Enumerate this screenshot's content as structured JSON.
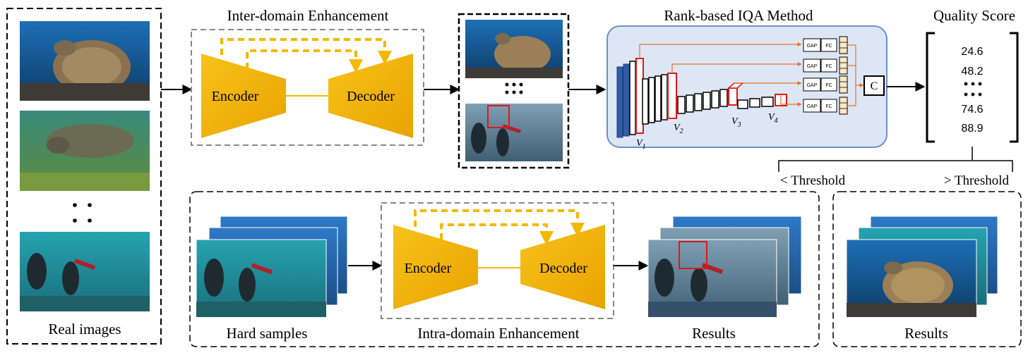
{
  "real_images_label": "Real images",
  "inter_title": "Inter-domain Enhancement",
  "intra_title": "Intra-domain Enhancement",
  "encoder_label": "Encoder",
  "decoder_label": "Decoder",
  "iqa_title": "Rank-based IQA Method",
  "quality_title": "Quality Score",
  "scores": [
    "24.6",
    "48.2",
    "74.6",
    "88.9"
  ],
  "feature_labels": [
    "V1",
    "V2",
    "V3",
    "V4"
  ],
  "gap_label": "GAP",
  "fc_label": "FC",
  "concat_label": "C",
  "lt_threshold": "< Threshold",
  "gt_threshold": "> Threshold",
  "hard_samples_label": "Hard samples",
  "results_label": "Results",
  "results_right_label": "Results",
  "colors": {
    "accent_yellow": "#f5b800",
    "iqa_panel_bg": "#dce6f5",
    "iqa_panel_border": "#6e8fc7",
    "highlight_red": "#e01818",
    "arrow_orange": "#e8732a",
    "layer_blue": "#2f5ea8"
  }
}
